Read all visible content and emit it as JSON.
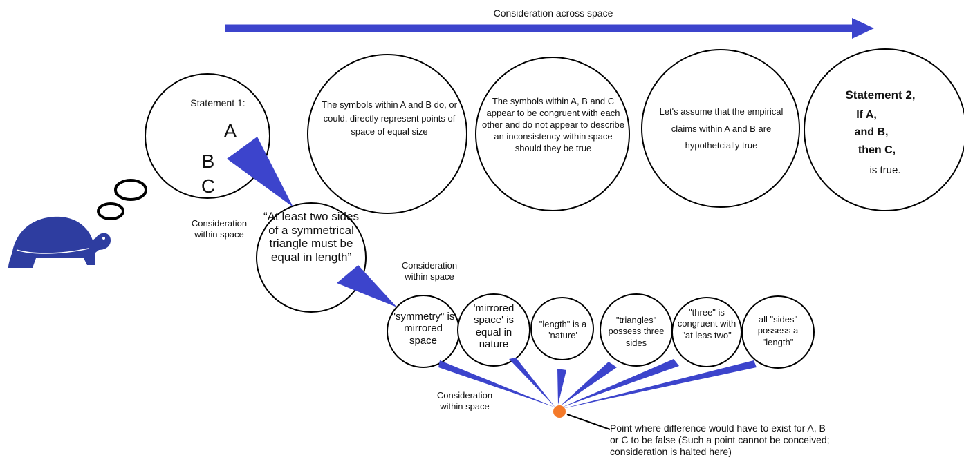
{
  "top_arrow_label": "Consideration across space",
  "statement1": {
    "title": "Statement 1:",
    "letters": [
      "A",
      "B",
      "C"
    ]
  },
  "circle2_text": "The symbols within A and B do, or could, directly represent points of space of equal size",
  "circle3_text": "The symbols within A, B and C appear to be congruent with each other and do not appear to describe an inconsistency within space should they be true",
  "circle4_text": "Let's assume that the empirical claims within A and B are hypothetcially true",
  "statement2": {
    "title": "Statement 2,",
    "lines": [
      "If A,",
      "and B,",
      "then C,",
      "is true."
    ]
  },
  "consideration_within_space": "Consideration within space",
  "triangle_quote": "“At least two sides of a symmetrical triangle must be equal in length”",
  "small_circles": [
    "\"symmetry\" is mirrored space",
    "'mirrored space' is equal in nature",
    "\"length\" is a 'nature'",
    "\"triangles\" possess three sides",
    "\"three\" is congruent with \"at leas two\"",
    "all \"sides\" possess a \"length\""
  ],
  "point_note": "Point where difference would have to exist for A, B or C to be false (Such a point cannot be conceived; consideration is halted here)",
  "colors": {
    "arrow_blue": "#3c44cc",
    "turtle_blue": "#2e3da0",
    "point_orange": "#f47a2a",
    "outline": "#000000"
  },
  "icons": {
    "turtle": "turtle-icon",
    "thought_bubbles": "thought-bubble-icon"
  }
}
